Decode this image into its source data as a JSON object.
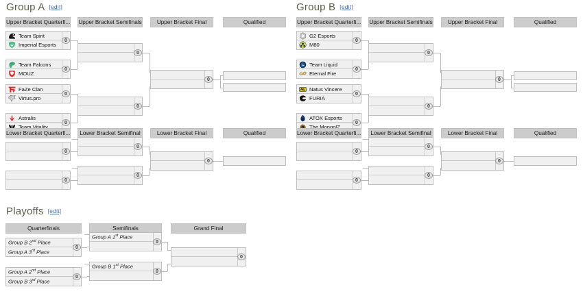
{
  "page": {
    "edit_label": "[edit]",
    "accent_heading_color": "#5b5f4a",
    "link_color": "#4b6ea9",
    "header_bar_color": "#cccccc",
    "match_bg_color": "#f0f0f0",
    "score_value": "0"
  },
  "sections": [
    {
      "id": "group-a",
      "title": "Group A"
    },
    {
      "id": "group-b",
      "title": "Group B"
    },
    {
      "id": "playoffs",
      "title": "Playoffs"
    }
  ],
  "group_a": {
    "upper": {
      "headers": [
        "Upper Bracket Quarterfi...",
        "Upper Bracket Semifinals",
        "Upper Bracket Final",
        "Qualified"
      ],
      "quarterfinals": [
        {
          "top": {
            "name": "Team Spirit",
            "logo": "team-spirit-logo",
            "score": "0"
          },
          "bottom": {
            "name": "Imperial Esports",
            "logo": "imperial-esports-logo",
            "score": "0"
          }
        },
        {
          "top": {
            "name": "Team Falcons",
            "logo": "team-falcons-logo",
            "score": "0"
          },
          "bottom": {
            "name": "MOUZ",
            "logo": "mouz-logo",
            "score": "0"
          }
        },
        {
          "top": {
            "name": "FaZe Clan",
            "logo": "faze-clan-logo",
            "score": "0"
          },
          "bottom": {
            "name": "Virtus.pro",
            "logo": "virtus-pro-logo",
            "score": "0"
          }
        },
        {
          "top": {
            "name": "Astralis",
            "logo": "astralis-logo",
            "score": "0"
          },
          "bottom": {
            "name": "Team Vitality",
            "logo": "team-vitality-logo",
            "score": "0"
          }
        }
      ],
      "semifinals": [
        {
          "top": {
            "name": "",
            "score": "0"
          },
          "bottom": {
            "name": "",
            "score": "0"
          }
        },
        {
          "top": {
            "name": "",
            "score": "0"
          },
          "bottom": {
            "name": "",
            "score": "0"
          }
        }
      ],
      "final": [
        {
          "top": {
            "name": "",
            "score": "0"
          },
          "bottom": {
            "name": "",
            "score": "0"
          }
        }
      ],
      "qualified": [
        {
          "name": ""
        },
        {
          "name": ""
        }
      ]
    },
    "lower": {
      "headers": [
        "Lower Bracket Quarterfi...",
        "Lower Bracket Semifinal",
        "Lower Bracket Final",
        "Qualified"
      ],
      "quarterfinals": [
        {
          "top": {
            "name": "",
            "score": "0"
          },
          "bottom": {
            "name": "",
            "score": "0"
          }
        },
        {
          "top": {
            "name": "",
            "score": "0"
          },
          "bottom": {
            "name": "",
            "score": "0"
          }
        }
      ],
      "semifinals": [
        {
          "top": {
            "name": "",
            "score": "0"
          },
          "bottom": {
            "name": "",
            "score": "0"
          }
        },
        {
          "top": {
            "name": "",
            "score": "0"
          },
          "bottom": {
            "name": "",
            "score": "0"
          }
        }
      ],
      "final": [
        {
          "top": {
            "name": "",
            "score": "0"
          },
          "bottom": {
            "name": "",
            "score": "0"
          }
        }
      ],
      "qualified": [
        {
          "name": ""
        }
      ]
    }
  },
  "group_b": {
    "upper": {
      "headers": [
        "Upper Bracket Quarterfi...",
        "Upper Bracket Semifinals",
        "Upper Bracket Final",
        "Qualified"
      ],
      "quarterfinals": [
        {
          "top": {
            "name": "G2 Esports",
            "logo": "g2-esports-logo",
            "score": "0"
          },
          "bottom": {
            "name": "M80",
            "logo": "m80-logo",
            "score": "0"
          }
        },
        {
          "top": {
            "name": "Team Liquid",
            "logo": "team-liquid-logo",
            "score": "0"
          },
          "bottom": {
            "name": "Eternal Fire",
            "logo": "eternal-fire-logo",
            "score": "0"
          }
        },
        {
          "top": {
            "name": "Natus Vincere",
            "logo": "natus-vincere-logo",
            "score": "0"
          },
          "bottom": {
            "name": "FURIA",
            "logo": "furia-logo",
            "score": "0"
          }
        },
        {
          "top": {
            "name": "ATOX Esports",
            "logo": "atox-esports-logo",
            "score": "0"
          },
          "bottom": {
            "name": "The MongolZ",
            "logo": "the-mongolz-logo",
            "score": "0"
          }
        }
      ],
      "semifinals": [
        {
          "top": {
            "name": "",
            "score": "0"
          },
          "bottom": {
            "name": "",
            "score": "0"
          }
        },
        {
          "top": {
            "name": "",
            "score": "0"
          },
          "bottom": {
            "name": "",
            "score": "0"
          }
        }
      ],
      "final": [
        {
          "top": {
            "name": "",
            "score": "0"
          },
          "bottom": {
            "name": "",
            "score": "0"
          }
        }
      ],
      "qualified": [
        {
          "name": ""
        },
        {
          "name": ""
        }
      ]
    },
    "lower": {
      "headers": [
        "Lower Bracket Quarterfi...",
        "Lower Bracket Semifinal",
        "Lower Bracket Final",
        "Qualified"
      ],
      "quarterfinals": [
        {
          "top": {
            "name": "",
            "score": "0"
          },
          "bottom": {
            "name": "",
            "score": "0"
          }
        },
        {
          "top": {
            "name": "",
            "score": "0"
          },
          "bottom": {
            "name": "",
            "score": "0"
          }
        }
      ],
      "semifinals": [
        {
          "top": {
            "name": "",
            "score": "0"
          },
          "bottom": {
            "name": "",
            "score": "0"
          }
        },
        {
          "top": {
            "name": "",
            "score": "0"
          },
          "bottom": {
            "name": "",
            "score": "0"
          }
        }
      ],
      "final": [
        {
          "top": {
            "name": "",
            "score": "0"
          },
          "bottom": {
            "name": "",
            "score": "0"
          }
        }
      ],
      "qualified": [
        {
          "name": ""
        }
      ]
    }
  },
  "playoffs": {
    "headers": [
      "Quarterfinals",
      "Semifinals",
      "Grand Final"
    ],
    "quarterfinals": [
      {
        "top": {
          "name": "Group B 2nd Place",
          "ord": "nd",
          "base": "Group B 2",
          "tail": " Place",
          "score": "0"
        },
        "bottom": {
          "name": "Group A 3rd Place",
          "ord": "rd",
          "base": "Group A 3",
          "tail": " Place",
          "score": "0"
        }
      },
      {
        "top": {
          "name": "Group A 2nd Place",
          "ord": "nd",
          "base": "Group A 2",
          "tail": " Place",
          "score": "0"
        },
        "bottom": {
          "name": "Group B 3rd Place",
          "ord": "rd",
          "base": "Group B 3",
          "tail": " Place",
          "score": "0"
        }
      }
    ],
    "semifinals": [
      {
        "top": {
          "name": "Group A 1st Place",
          "ord": "st",
          "base": "Group A 1",
          "tail": " Place",
          "score": "0"
        },
        "bottom": {
          "name": "",
          "score": "0"
        }
      },
      {
        "top": {
          "name": "Group B 1st Place",
          "ord": "st",
          "base": "Group B 1",
          "tail": " Place",
          "score": "0"
        },
        "bottom": {
          "name": "",
          "score": "0"
        }
      }
    ],
    "grand_final": [
      {
        "top": {
          "name": "",
          "score": "0"
        },
        "bottom": {
          "name": "",
          "score": "0"
        }
      }
    ]
  }
}
